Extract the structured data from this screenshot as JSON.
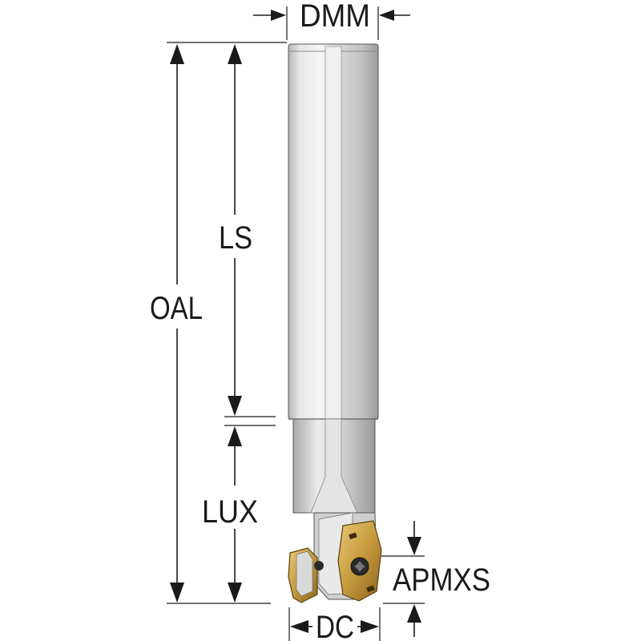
{
  "labels": {
    "dmm": "DMM",
    "ls": "LS",
    "oal": "OAL",
    "lux": "LUX",
    "apmxs": "APMXS",
    "dc": "DC"
  },
  "colors": {
    "line": "#1a1a1a",
    "shank_light": "#f2f2f2",
    "shank_dark": "#a9a9a9",
    "insert_gold": "#c9a24a",
    "insert_dark": "#7a5a1a"
  }
}
